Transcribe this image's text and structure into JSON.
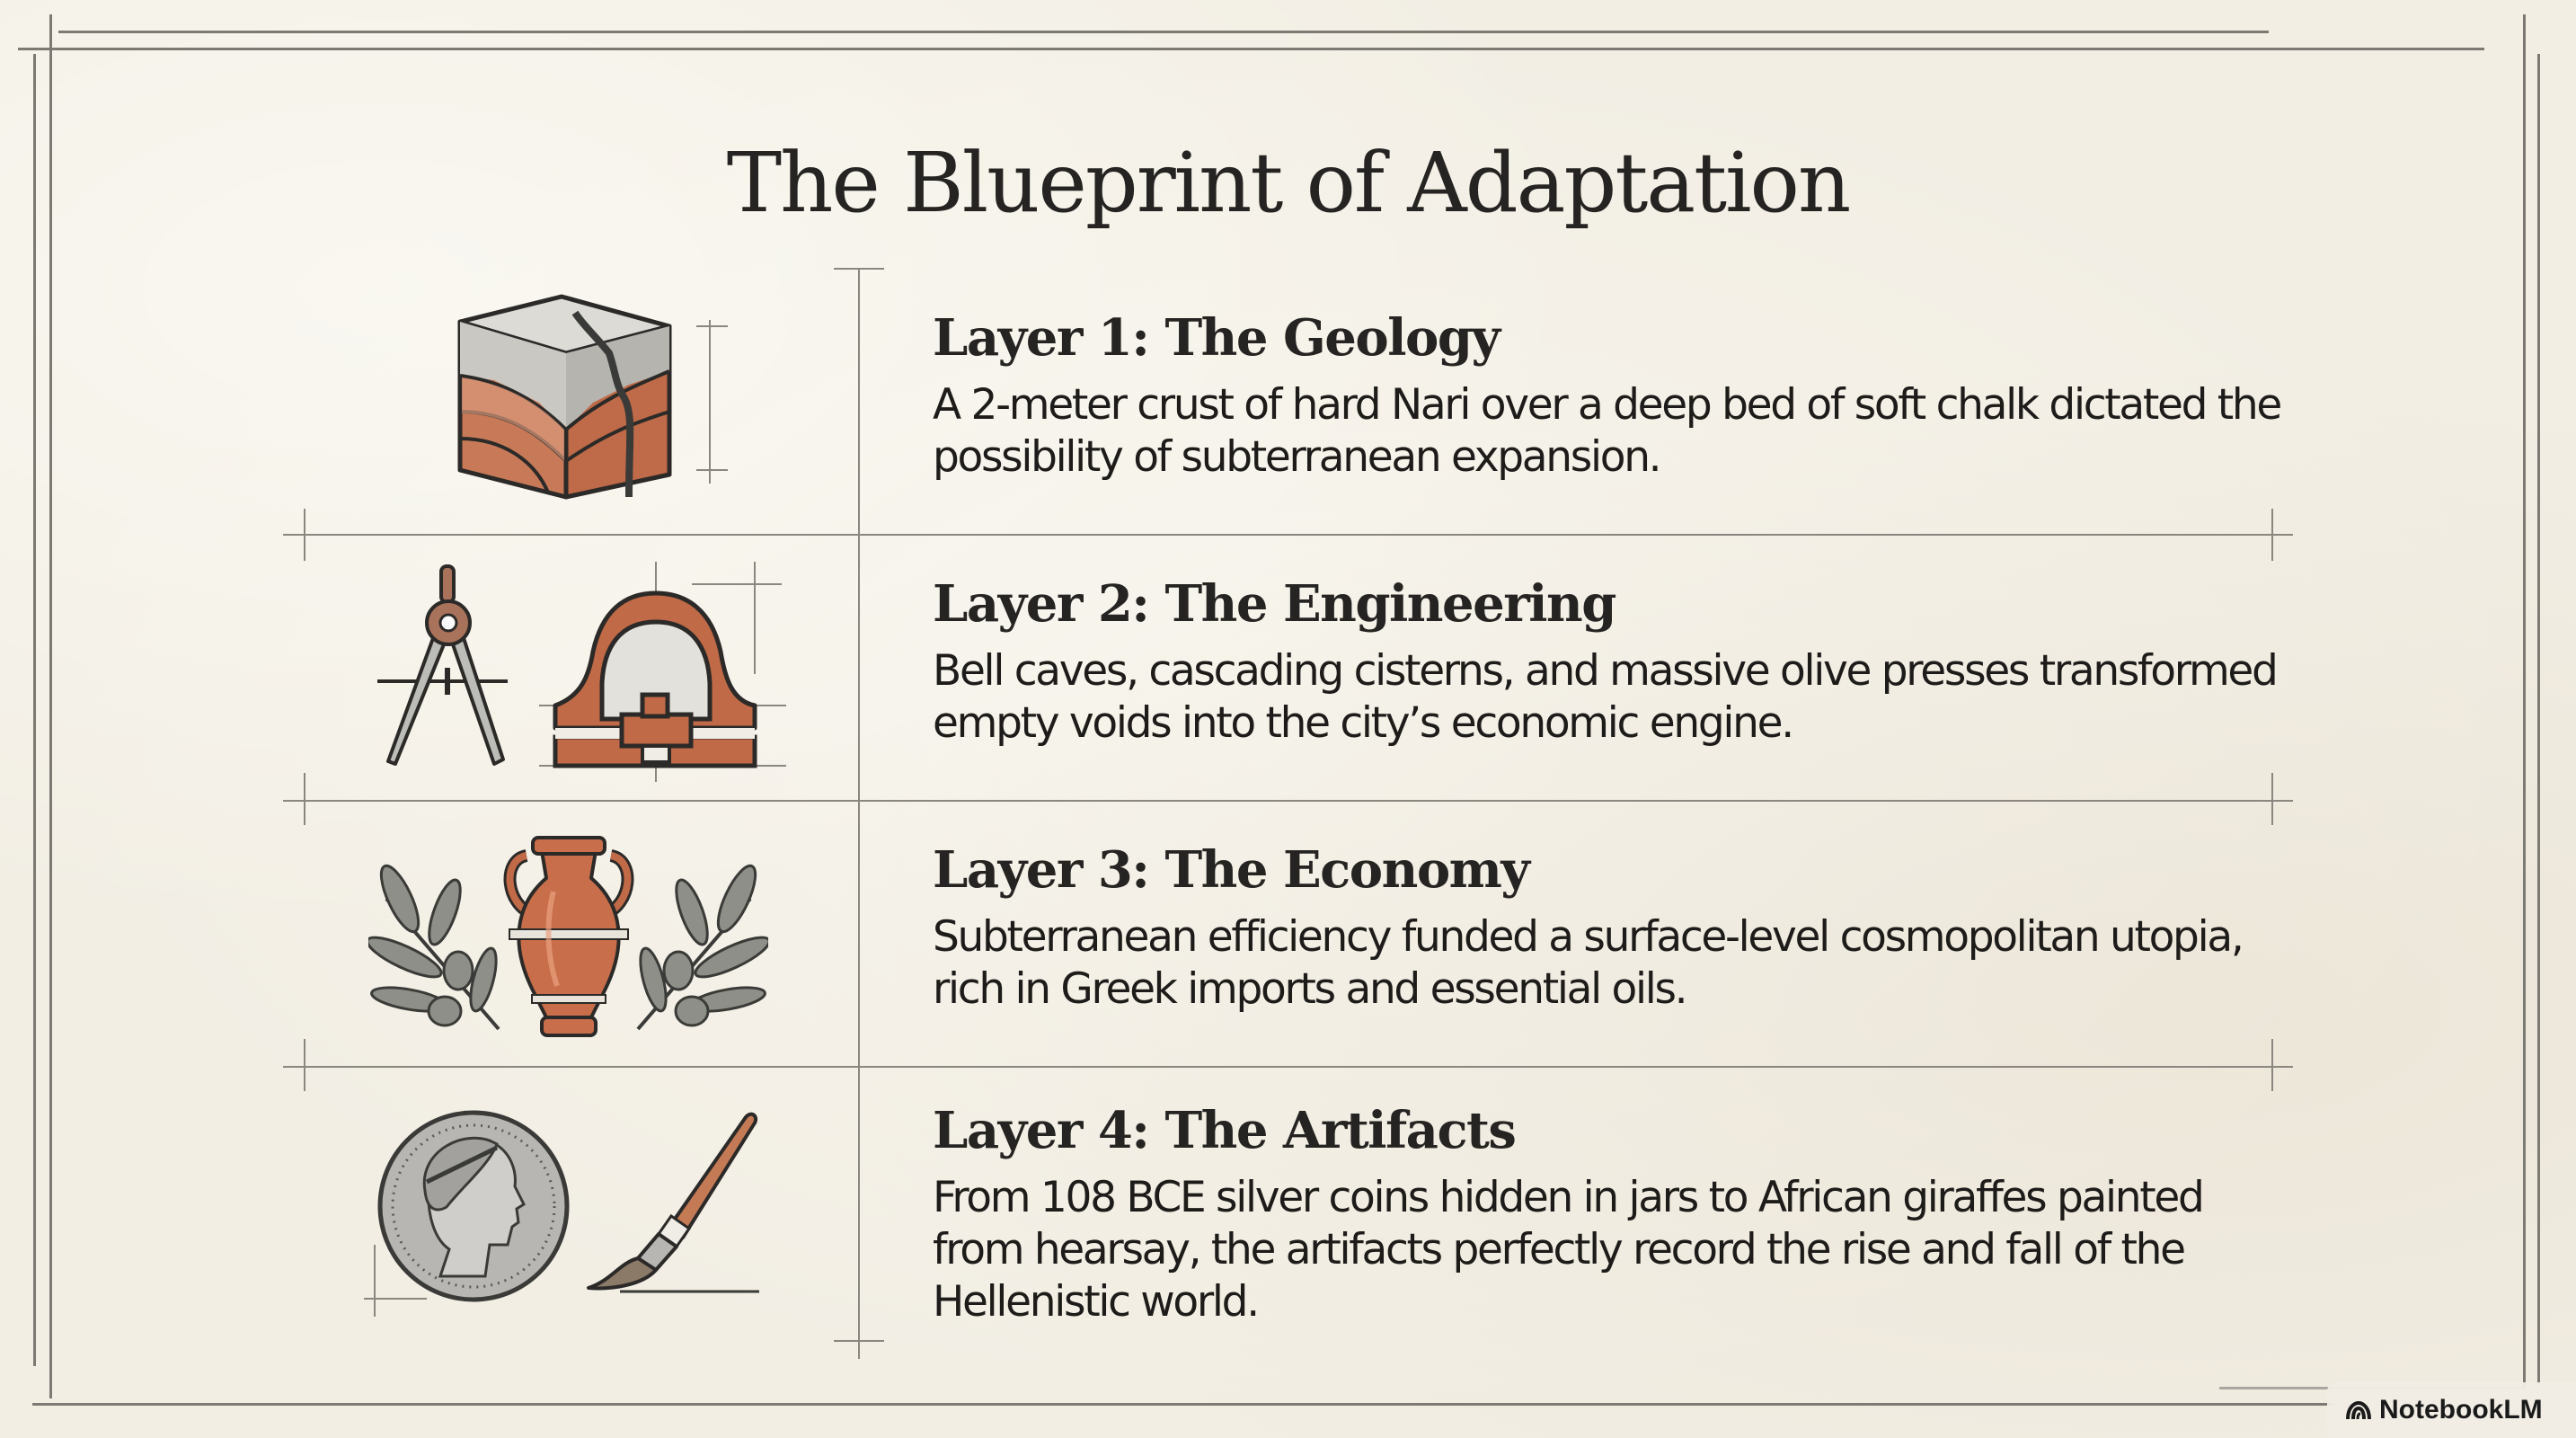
{
  "slide": {
    "title": "The Blueprint of Adaptation",
    "colors": {
      "paper": "#f2eee4",
      "ink": "#262422",
      "terracotta": "#c0694a",
      "stone_gray": "#b9b8b3",
      "olive_gray": "#8e8f88",
      "rule_gray": "#7d7a74"
    },
    "layers": [
      {
        "heading": "Layer 1: The Geology",
        "body": "A 2-meter crust of hard Nari over a deep bed of soft chalk dictated the possibility of subterranean expansion.",
        "icons": [
          "rock-strata-cube-icon"
        ]
      },
      {
        "heading": "Layer 2: The Engineering",
        "body": "Bell caves, cascading cisterns, and massive olive presses transformed empty voids into the city’s economic engine.",
        "icons": [
          "drafting-compass-icon",
          "bell-cave-cross-section-icon"
        ]
      },
      {
        "heading": "Layer 3: The Economy",
        "body": "Subterranean efficiency funded a surface-level cosmopolitan utopia, rich in Greek imports and essential oils.",
        "icons": [
          "olive-branch-icon",
          "amphora-icon",
          "olive-branch-icon"
        ]
      },
      {
        "heading": "Layer 4: The Artifacts",
        "body": "From 108 BCE silver coins hidden in jars to African giraffes painted from hearsay, the artifacts perfectly record the rise and fall of the Hellenistic world.",
        "icons": [
          "silver-coin-icon",
          "paintbrush-icon"
        ]
      }
    ]
  },
  "watermark": {
    "label": "NotebookLM",
    "icon": "notebooklm-logo-icon"
  }
}
